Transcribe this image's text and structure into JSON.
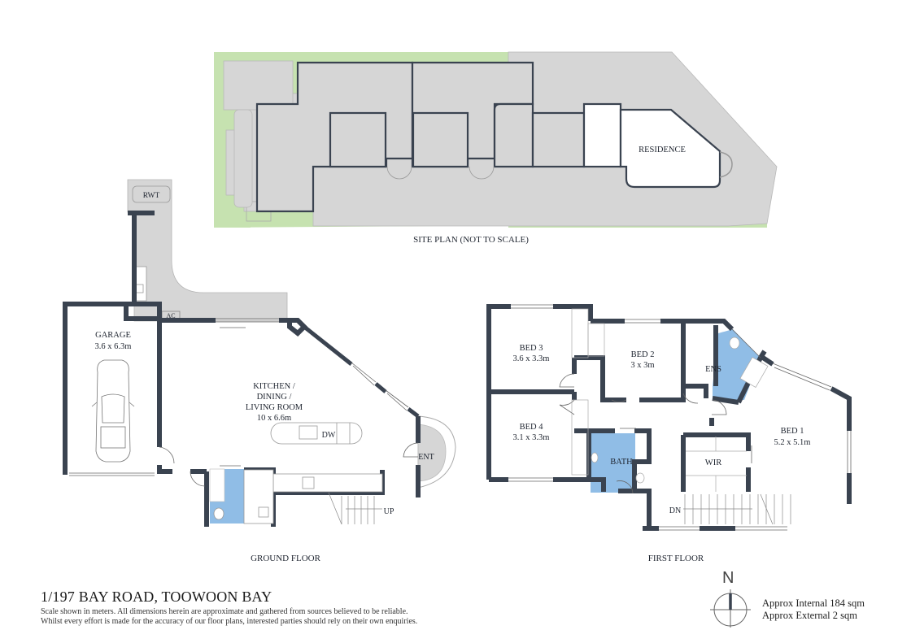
{
  "property": {
    "address": "1/197 BAY ROAD, TOOWOON BAY",
    "disclaimer_line1": "Scale shown in meters. All dimensions herein are approximate and gathered from sources believed to be reliable.",
    "disclaimer_line2": "Whilst every effort is made for the accuracy of our floor plans, interested parties should rely on their own enquiries.",
    "area_internal": "Approx Internal 184 sqm",
    "area_external": "Approx External 2 sqm"
  },
  "compass": {
    "label": "N",
    "icon": "north-arrow-icon"
  },
  "site_plan": {
    "caption": "SITE PLAN (NOT TO SCALE)",
    "residence_label": "RESIDENCE",
    "colors": {
      "lawn": "#c6e2b0",
      "paving": "#d6d6d6",
      "wall": "#3a4350"
    }
  },
  "ground_floor": {
    "caption": "GROUND FLOOR",
    "rooms": [
      {
        "name": "GARAGE",
        "size": "3.6 x 6.3m"
      },
      {
        "name": "KITCHEN /",
        "line2": "DINING /",
        "line3": "LIVING ROOM",
        "size": "10 x 6.6m"
      }
    ],
    "labels": {
      "rwt": "RWT",
      "ac": "AC",
      "dw": "DW",
      "ent": "ENT",
      "up": "UP"
    }
  },
  "first_floor": {
    "caption": "FIRST FLOOR",
    "rooms": [
      {
        "name": "BED 3",
        "size": "3.6 x 3.3m"
      },
      {
        "name": "BED 2",
        "size": "3 x 3m"
      },
      {
        "name": "ENS"
      },
      {
        "name": "BED 4",
        "size": "3.1 x 3.3m"
      },
      {
        "name": "BATH"
      },
      {
        "name": "WIR"
      },
      {
        "name": "BED 1",
        "size": "5.2 x 5.1m"
      }
    ],
    "labels": {
      "dn": "DN"
    }
  },
  "colors": {
    "wall": "#3a4350",
    "wet_area": "#90bde6",
    "paving": "#d6d6d6",
    "lawn": "#c6e2b0"
  }
}
